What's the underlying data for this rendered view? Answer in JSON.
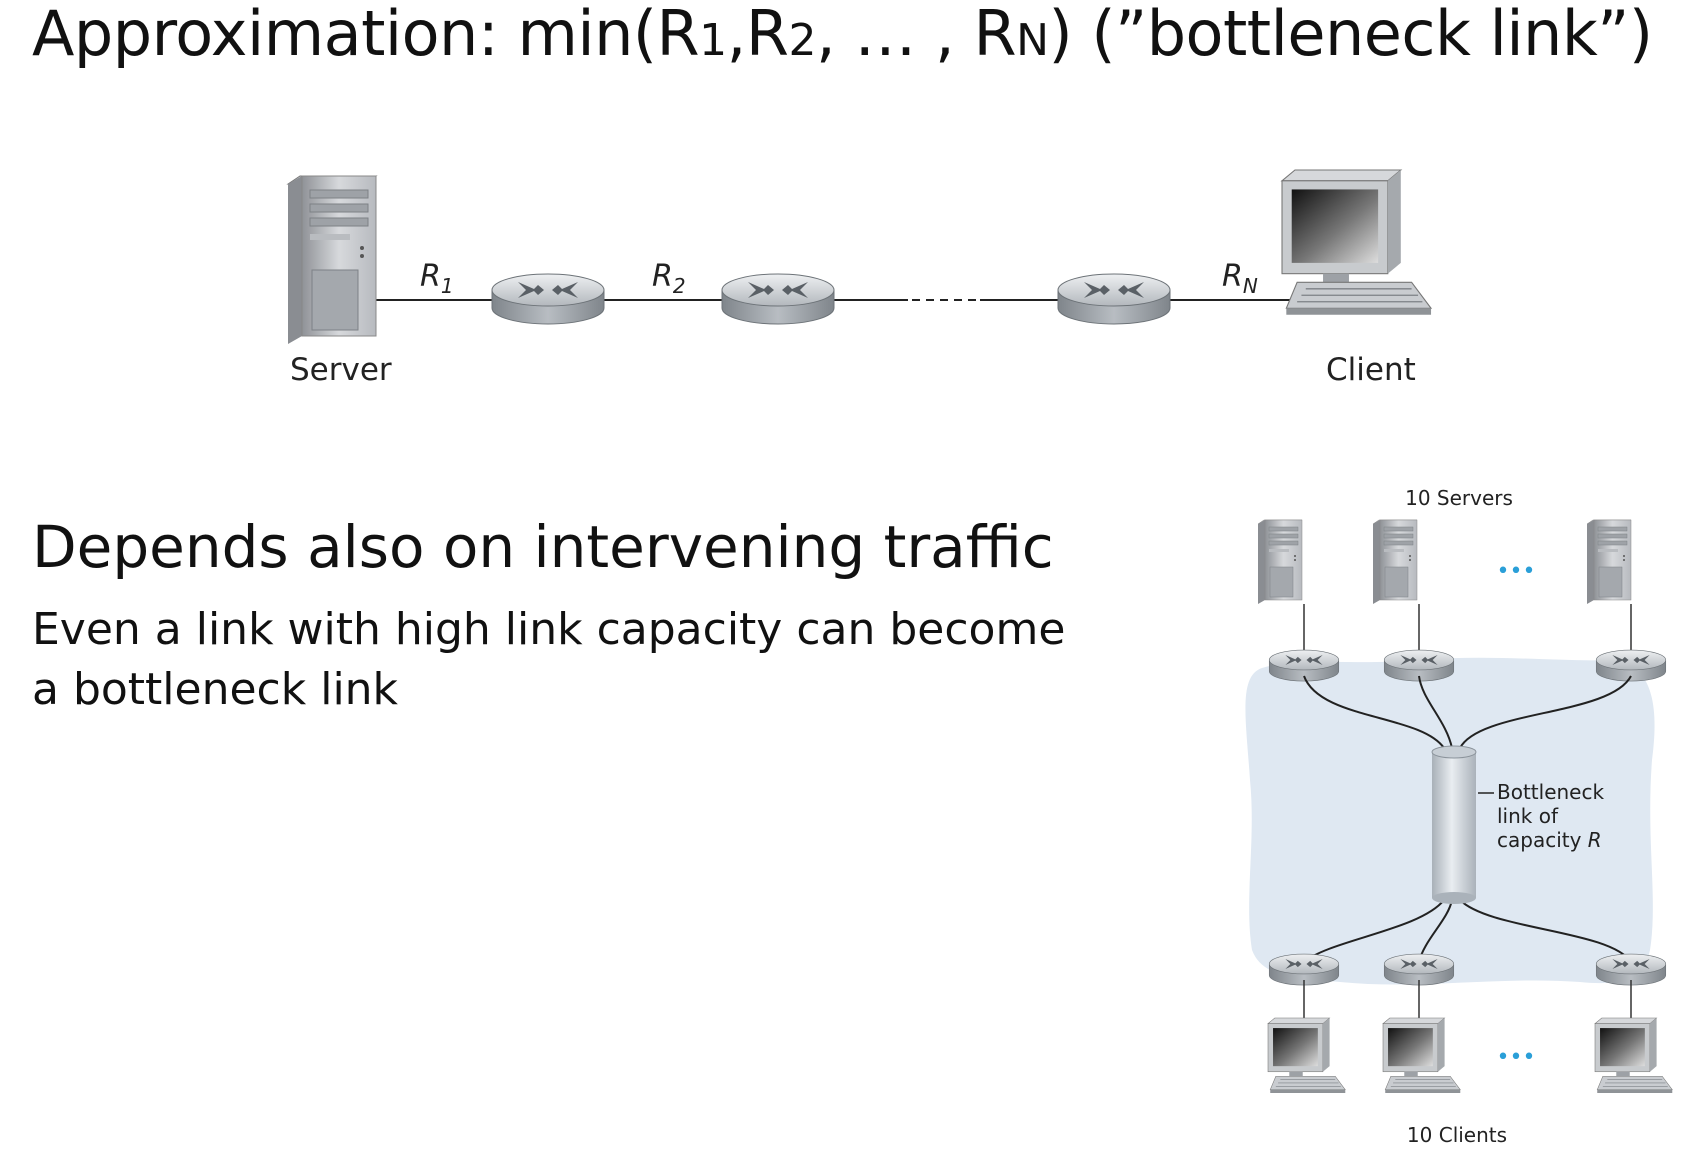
{
  "headline": {
    "prefix": "Approximation:  min(R",
    "s1": "1",
    "c1": ",R",
    "s2": "2",
    "c2": ", … , R",
    "sN": "N",
    "suffix": ")    (”bottleneck link”)"
  },
  "path_diagram": {
    "server_label": "Server",
    "client_label": "Client",
    "links": [
      {
        "name": "R",
        "sub": "1"
      },
      {
        "name": "R",
        "sub": "2"
      },
      {
        "name": "R",
        "sub": "N"
      }
    ]
  },
  "section": {
    "title": "Depends also on intervening traffic",
    "body": "Even a link with high link capacity can become a bottleneck link"
  },
  "bottleneck_diagram": {
    "servers_label": "10 Servers",
    "clients_label": "10 Clients",
    "ellipsis": "•••",
    "link_label_1": "Bottleneck",
    "link_label_2": "link of",
    "link_label_3": "capacity ",
    "link_label_var": "R"
  },
  "colors": {
    "cloud": "#dfe8f2",
    "ellipsis": "#2a9fd8",
    "router": "#9aa0a6"
  }
}
